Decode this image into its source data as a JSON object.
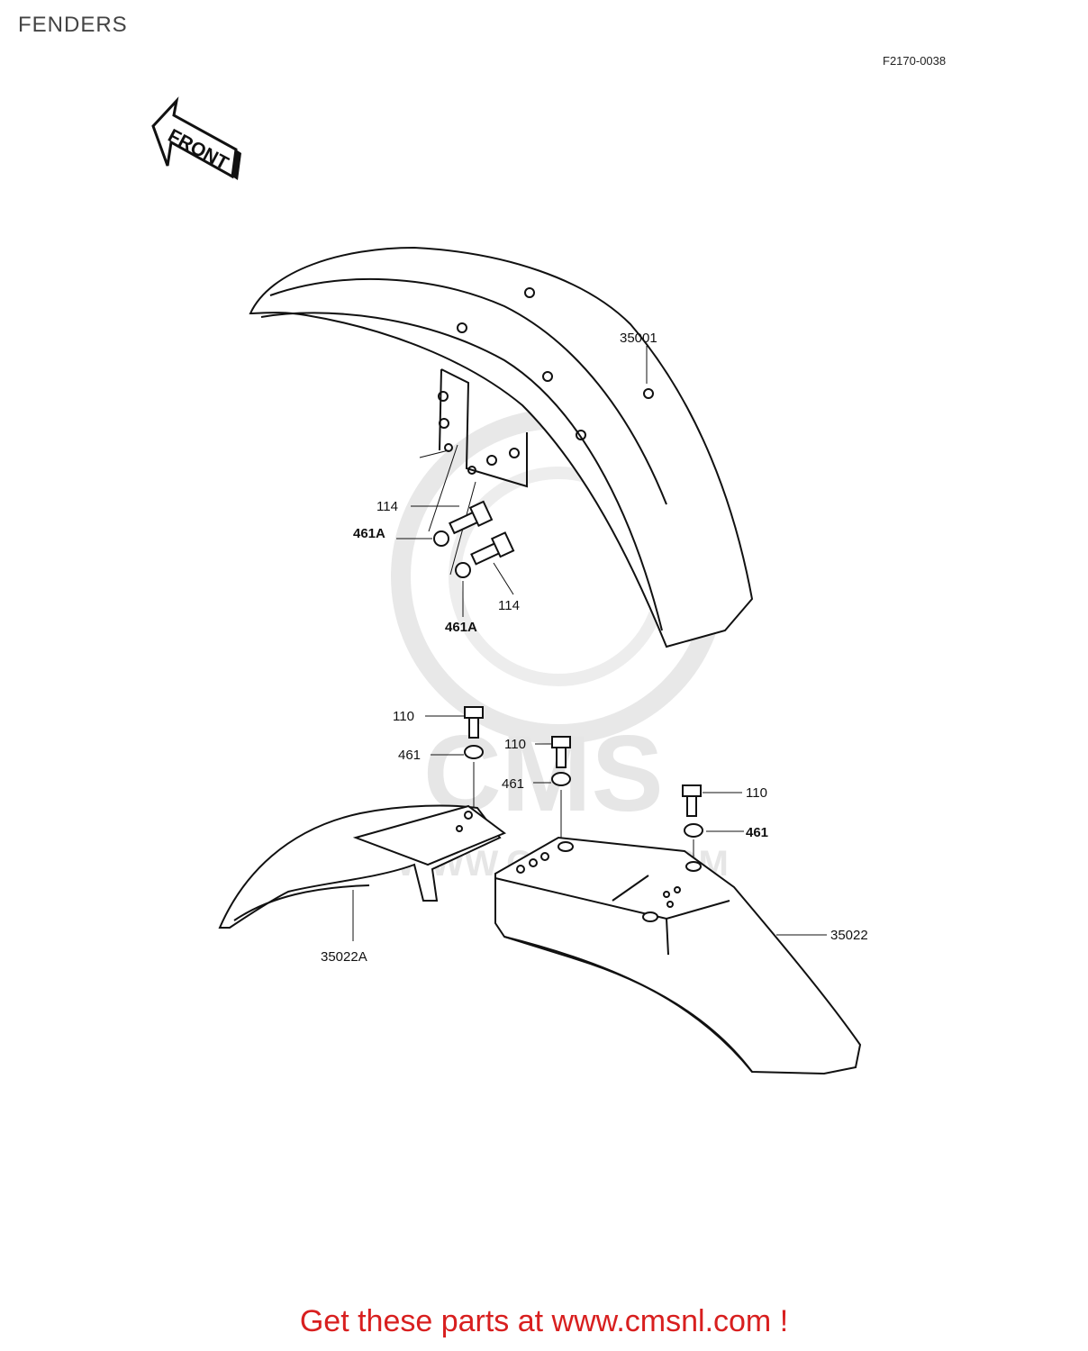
{
  "header": {
    "title": "FENDERS",
    "figure_code": "F2170-0038"
  },
  "front_arrow": {
    "label": "FRONT"
  },
  "watermark": {
    "brand": "CMS",
    "site": "WWW.CMSNL.COM"
  },
  "callouts": {
    "front_fender": "35001",
    "bolt_upper": "114",
    "washer_left": "461A",
    "bolt_lower": "114",
    "washer_lower": "461A",
    "bolt_a": "110",
    "washer_a": "461",
    "bolt_b": "110",
    "washer_b": "461",
    "bolt_c": "110",
    "washer_c": "461",
    "rear_fender_a": "35022A",
    "rear_fender": "35022"
  },
  "footer": {
    "cta": "Get these parts at www.cmsnl.com !"
  },
  "colors": {
    "footer": "#d81f1f",
    "line": "#111111",
    "watermark": "#e4e4e4"
  }
}
